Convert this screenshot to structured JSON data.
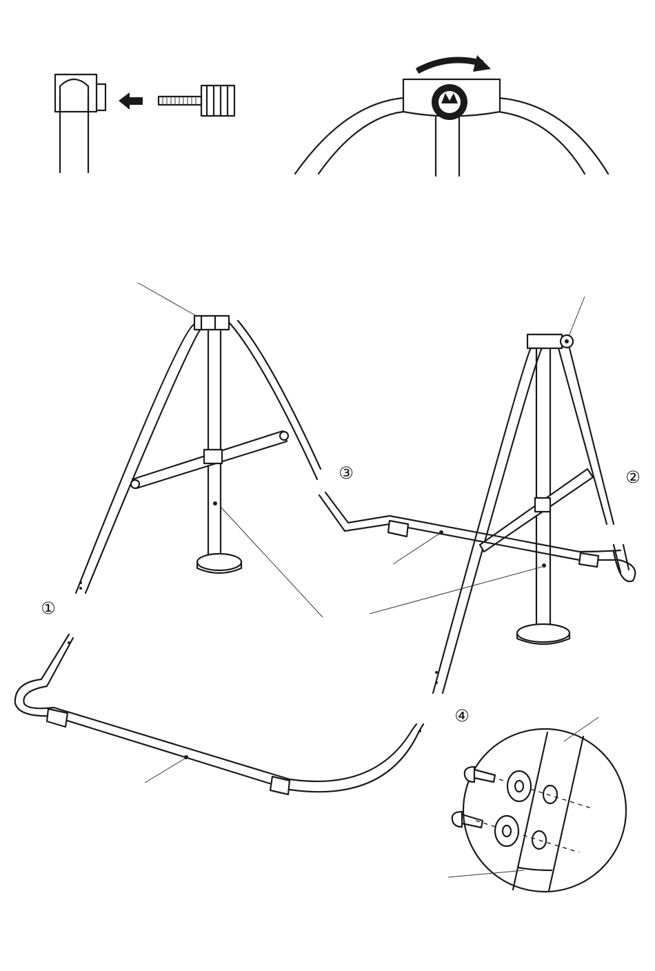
{
  "diagram": {
    "steps": [
      {
        "id": "1",
        "label": "①"
      },
      {
        "id": "2",
        "label": "②"
      },
      {
        "id": "3",
        "label": "③"
      },
      {
        "id": "4",
        "label": "④"
      }
    ],
    "icons": {
      "insert_arrow": "left-arrow-icon",
      "rotate_arrow": "rotate-clockwise-icon",
      "knob": "tightening-knob-icon",
      "screw": "bolt-icon",
      "washer": "washer-icon"
    },
    "colors": {
      "ink": "#1a1a1a",
      "paper": "#ffffff"
    }
  }
}
